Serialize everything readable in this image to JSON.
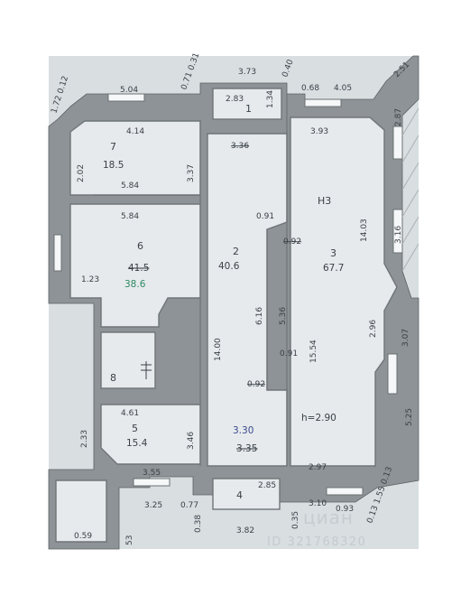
{
  "plan": {
    "header_labels": {
      "outer_top_left": "1.72 0.12",
      "top_0_71_0_31": "0.71 0.31",
      "top_0_40": "0.40",
      "top_2_51": "2.51",
      "outer_top_row": "5.04",
      "top_3_73": "3.73",
      "top_0_68": "0.68",
      "top_4_05": "4.05"
    },
    "rooms": [
      {
        "id": "1",
        "number": "1",
        "dims": [
          "2.83",
          "1.34"
        ]
      },
      {
        "id": "2",
        "number": "2",
        "area": "40.6",
        "dims": [
          "3.36",
          "0.91",
          "14.00",
          "6.16",
          "0.92"
        ]
      },
      {
        "id": "3",
        "number": "3",
        "area": "67.7",
        "code": "Н3",
        "dims": [
          "3.93",
          "14.03",
          "0.92",
          "5.36",
          "15.54",
          "2.96",
          "0.91",
          "2.97"
        ]
      },
      {
        "id": "4",
        "number": "4",
        "dims": [
          "2.85"
        ]
      },
      {
        "id": "5",
        "number": "5",
        "area": "15.4",
        "dims": [
          "4.61",
          "2.33",
          "3.46",
          "3.55"
        ]
      },
      {
        "id": "6",
        "number": "6",
        "area_old": "41.5",
        "area": "38.6",
        "dims": [
          "5.84",
          "1.23"
        ]
      },
      {
        "id": "7",
        "number": "7",
        "area": "18.5",
        "dims": [
          "4.14",
          "2.02",
          "3.37",
          "5.84"
        ]
      },
      {
        "id": "8",
        "number": "8"
      }
    ],
    "height_label": "h=2.90",
    "corridor_values": {
      "new": "3.30",
      "old": "3.35"
    },
    "outer_labels": {
      "right_2_87": "2.87",
      "right_3_16": "3.16",
      "right_3_07": "3.07",
      "right_5_25": "5.25",
      "right_bottom": "0.13 1.55 0.13",
      "bottom_3_25": "3.25",
      "bottom_0_77": "0.77",
      "bottom_0_38": "0.38",
      "bottom_3_82": "3.82",
      "bottom_0_35": "0.35",
      "bottom_3_10": "3.10",
      "bottom_0_93": "0.93",
      "bottom_0_59": "0.59",
      "bottom_53": "53"
    },
    "watermark": {
      "brand": "циан",
      "id": "ID 321768320"
    }
  }
}
